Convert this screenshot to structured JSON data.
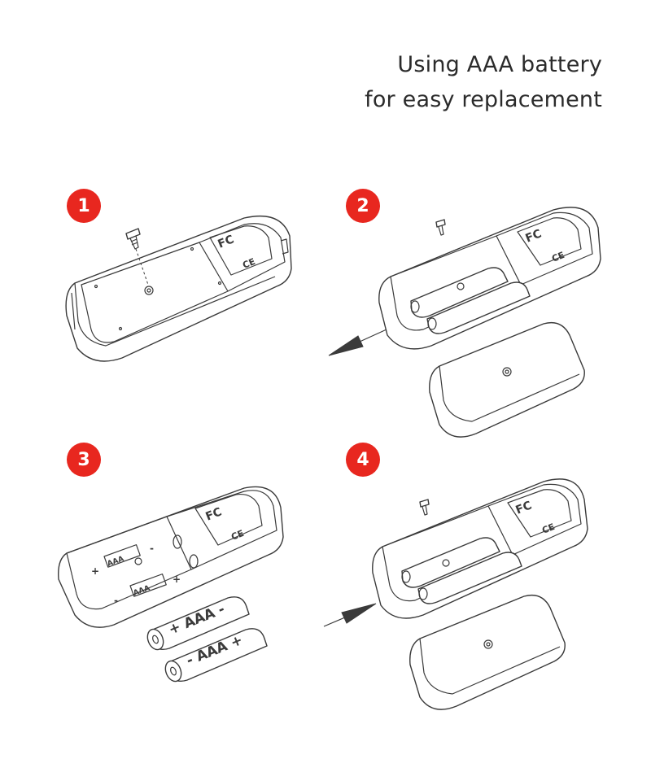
{
  "title": {
    "line1": "Using AAA battery",
    "line2": "for easy replacement"
  },
  "steps": [
    {
      "number": "1"
    },
    {
      "number": "2"
    },
    {
      "number": "3"
    },
    {
      "number": "4"
    }
  ],
  "device_marks": {
    "fcc": "FC",
    "ce": "CE"
  },
  "battery_label": "AAA",
  "battery_1_text": "+ AAA -",
  "battery_2_text": "- AAA +",
  "slot_plus": "+",
  "slot_minus": "-"
}
